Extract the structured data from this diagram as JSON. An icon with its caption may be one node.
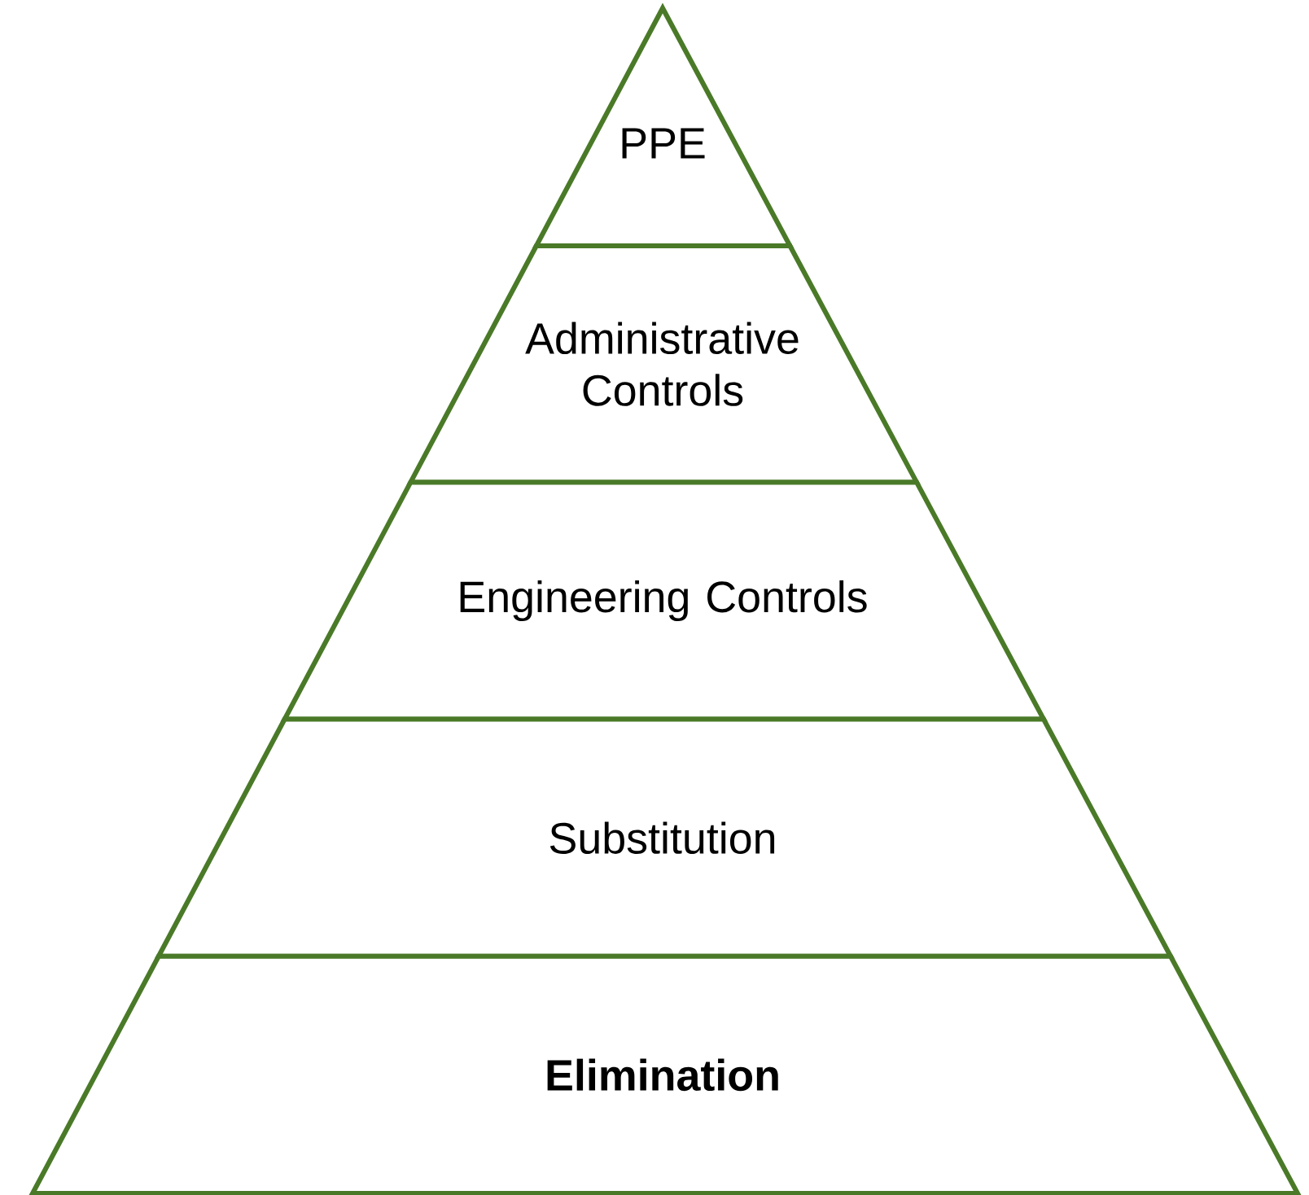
{
  "diagram": {
    "nodes": [
      {
        "text": [
          "PPE"
        ]
      },
      {
        "text": [
          "Administrative Controls"
        ]
      },
      {
        "text": [
          "Engineering Controls"
        ]
      },
      {
        "text": [
          "Substitution"
        ]
      },
      {
        "text": [
          "Elimination"
        ]
      }
    ]
  }
}
